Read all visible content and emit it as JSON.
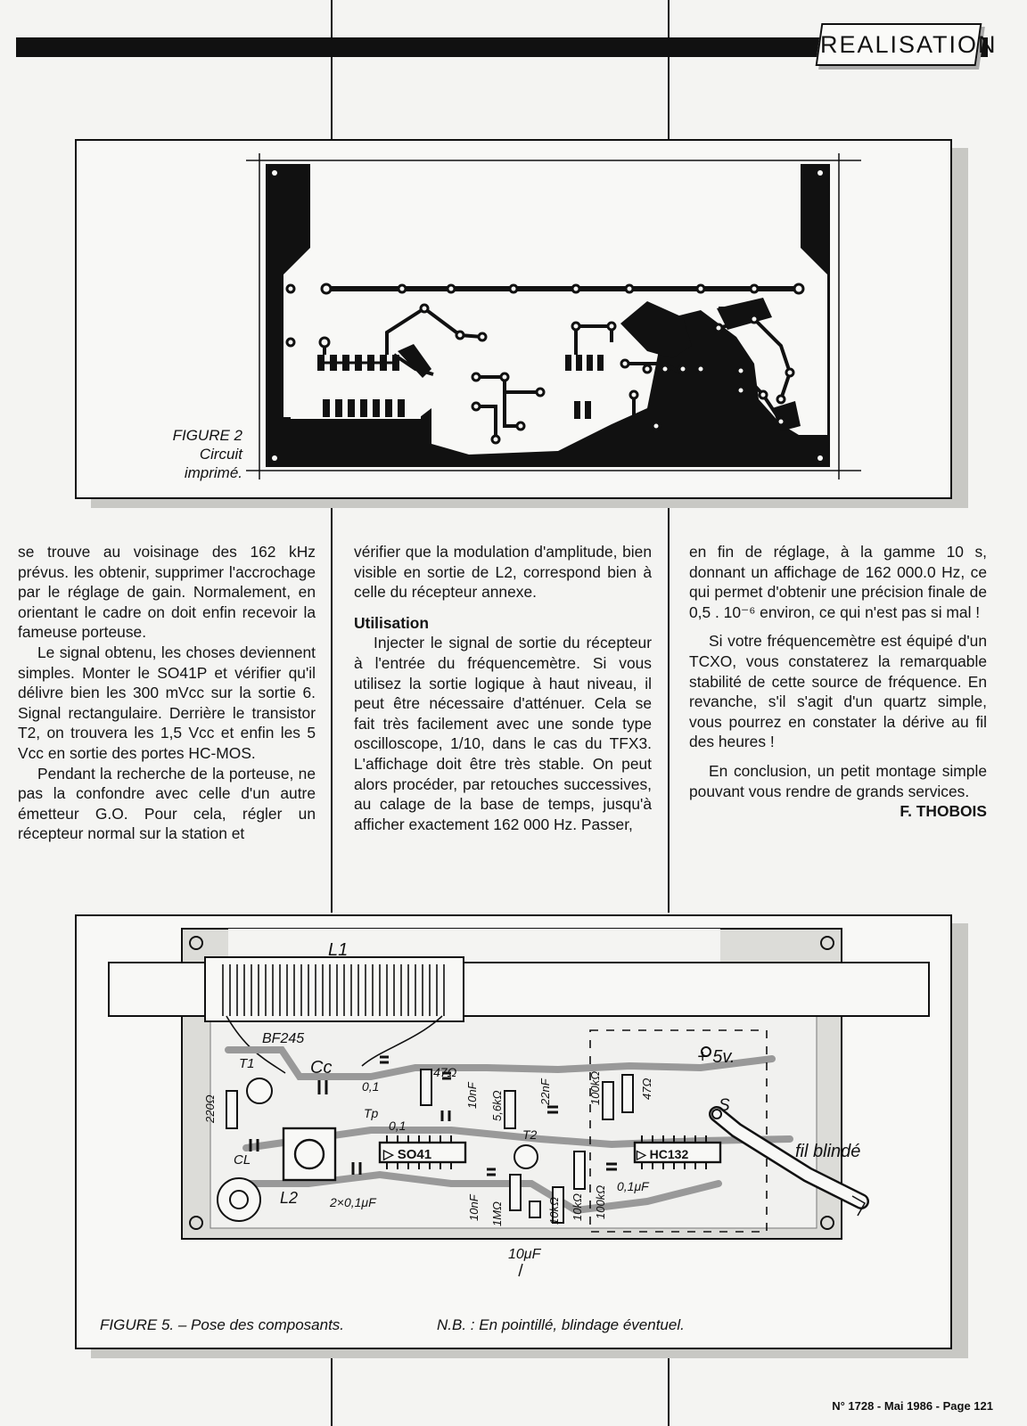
{
  "header": {
    "rubric": "REALISATION"
  },
  "figure2": {
    "caption_line1": "FIGURE 2",
    "caption_line2": "Circuit",
    "caption_line3": "imprimé."
  },
  "figure5": {
    "caption": "FIGURE 5. – Pose des composants.",
    "note": "N.B. : En pointillé, blindage éventuel.",
    "labels": {
      "L1": "L1",
      "BF245": "BF245",
      "T1": "T1",
      "Cc": "Cc",
      "r220": "220Ω",
      "c01a": "0,1",
      "r47a": "47Ω",
      "c10nF_a": "10nF",
      "r5k6": "5,6kΩ",
      "c22nF": "22nF",
      "r100k_a": "100kΩ",
      "r47b": "47Ω",
      "plus5v": "+ 5v.",
      "S": "S",
      "fil": "fil blindé",
      "Tp": "Tp",
      "c01b": "0,1",
      "CL": "CL",
      "so41": "▷ SO41",
      "T2": "T2",
      "hc132": "▷ HC132",
      "L2": "L2",
      "c2x01": "2×0,1μF",
      "c10nF_b": "10nF",
      "r1M": "1MΩ",
      "r10k_a": "10kΩ",
      "r10k_b": "10kΩ",
      "r100k_b": "100kΩ",
      "c01uF": "0,1μF",
      "c10uF": "10μF"
    }
  },
  "col1": {
    "p1": "se trouve au voisinage des 162 kHz prévus. les obtenir, supprimer l'accrochage par le réglage de gain. Normalement, en orientant le cadre on doit enfin recevoir la fameuse porteuse.",
    "p2": "Le signal obtenu, les choses deviennent simples. Monter le SO41P et vérifier qu'il délivre bien les 300 mVcc sur la sortie 6. Signal rectangulaire. Derrière le transistor T2, on trouvera les 1,5 Vcc et enfin les 5 Vcc en sortie des portes HC-MOS.",
    "p3": "Pendant la recherche de la porteuse, ne pas la confondre avec celle d'un autre émetteur G.O. Pour cela, régler un récepteur normal sur la station et"
  },
  "col2": {
    "p1": "vérifier que la modulation d'amplitude, bien visible en sortie de L2, correspond bien à celle du récepteur annexe.",
    "heading": "Utilisation",
    "p2": "Injecter le signal de sortie du récepteur à l'entrée du fréquencemètre. Si vous utilisez la sortie logique à haut niveau, il peut être nécessaire d'atténuer. Cela se fait très facilement avec une sonde type oscilloscope, 1/10, dans le cas du TFX3. L'affichage doit être très stable. On peut alors procéder, par retouches successives, au calage de la base de temps, jusqu'à afficher exactement 162 000 Hz. Passer,"
  },
  "col3": {
    "p1": "en fin de réglage, à la gamme 10 s, donnant un affichage de 162 000.0 Hz, ce qui permet d'obtenir une précision finale de 0,5 . 10⁻⁶ environ, ce qui n'est pas si mal !",
    "p2": "Si votre fréquencemètre est équipé d'un TCXO, vous constaterez la remarquable stabilité de cette source de fréquence. En revanche, s'il s'agit d'un quartz simple, vous pourrez en constater la dérive au fil des heures !",
    "p3": "En conclusion, un petit montage simple pouvant vous rendre de grands services.",
    "author": "F. THOBOIS"
  },
  "footer": {
    "text": "N° 1728 - Mai 1986 - Page 121"
  }
}
